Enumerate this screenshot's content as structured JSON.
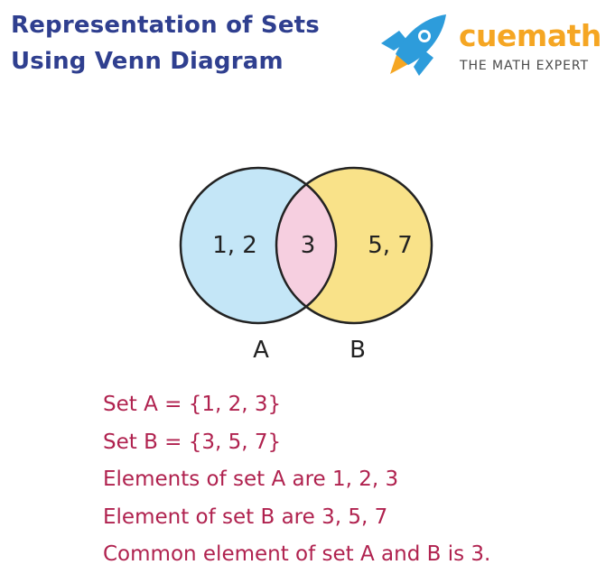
{
  "title": {
    "line1": "Representation of Sets",
    "line2": "Using Venn Diagram"
  },
  "logo": {
    "icon": "rocket-icon",
    "brand": "cuemath",
    "tagline": "THE MATH EXPERT",
    "colors": {
      "brand": "#f5a623",
      "rocket_body": "#2d9cdb",
      "rocket_flame": "#f5a623",
      "tagline": "#4a4a4a"
    }
  },
  "venn": {
    "set_a": {
      "label": "A",
      "only_elements": "1, 2",
      "color": "#c4e6f7"
    },
    "set_b": {
      "label": "B",
      "only_elements": "5, 7",
      "color": "#f9e289"
    },
    "intersection": {
      "elements": "3",
      "color": "#f6cfe0"
    },
    "outline_color": "#222222"
  },
  "notes": {
    "color": "#b0224f",
    "lines": [
      "Set A = {1, 2, 3}",
      "Set B = {3, 5, 7}",
      "Elements of set A are 1, 2, 3",
      "Element of set B are 3, 5, 7",
      "Common element of set A and B is 3."
    ]
  }
}
